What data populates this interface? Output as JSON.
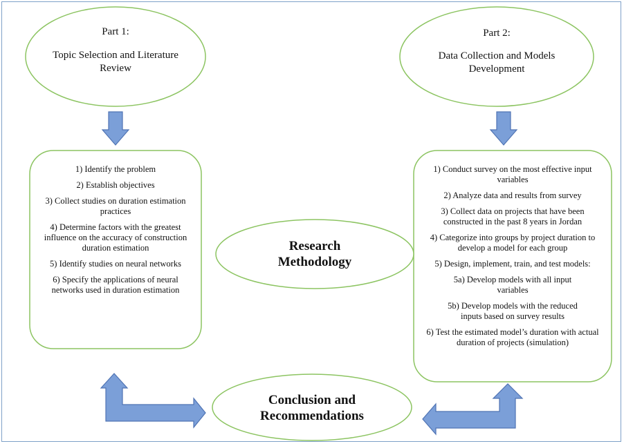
{
  "part1": {
    "heading": "Part 1:",
    "title": "Topic Selection and Literature Review",
    "steps": [
      "1) Identify the problem",
      "2) Establish objectives",
      "3) Collect studies on duration estimation practices",
      "4) Determine factors with the greatest influence on the accuracy of construction duration estimation",
      "5) Identify studies on neural networks",
      "6) Specify the applications of neural networks used in duration estimation"
    ]
  },
  "part2": {
    "heading": "Part 2:",
    "title": "Data Collection and Models Development",
    "steps": [
      "1) Conduct survey on the most effective input variables",
      "2) Analyze data and results from survey",
      "3) Collect data on projects that have been constructed in the past 8 years in Jordan",
      "4) Categorize into groups by project duration to develop a model for each group",
      "5) Design, implement, train, and test models:",
      "5a) Develop models with all input variables",
      "5b) Develop models with the reduced inputs based on survey results",
      "6) Test the estimated model’s duration with actual duration of projects (simulation)"
    ]
  },
  "center": {
    "title": "Research Methodology"
  },
  "conclusion": {
    "title": "Conclusion and Recommendations"
  },
  "colors": {
    "outline": "#8cc461",
    "arrow_fill": "#7b9fd8",
    "arrow_stroke": "#4f73b3",
    "frame": "#7da0c8"
  }
}
